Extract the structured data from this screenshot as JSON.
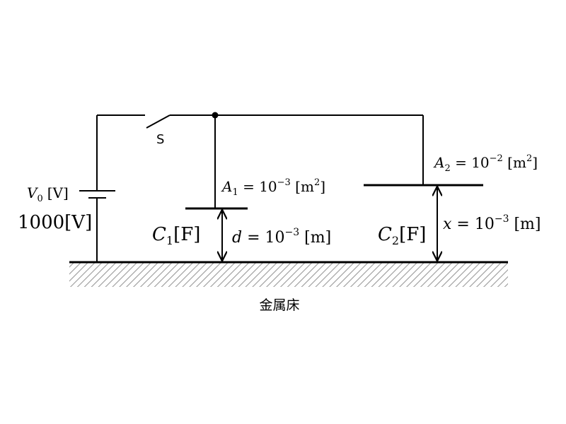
{
  "battery": {
    "symbol": "V",
    "subscript": "0",
    "unit": "[V]",
    "value": "1000[V]"
  },
  "switch": {
    "label": "S"
  },
  "capacitor1": {
    "name": "C",
    "subscript": "1",
    "unit": "[F]",
    "area": {
      "symbol": "A",
      "subscript": "1",
      "eq": " = 10",
      "exp": "−3",
      "unit_open": " [m",
      "unit_exp": "2",
      "unit_close": "]"
    },
    "gap": {
      "symbol": "d",
      "eq": " = 10",
      "exp": "−3",
      "unit": " [m]"
    }
  },
  "capacitor2": {
    "name": "C",
    "subscript": "2",
    "unit": "[F]",
    "area": {
      "symbol": "A",
      "subscript": "2",
      "eq": " = 10",
      "exp": "−2",
      "unit_open": " [m",
      "unit_exp": "2",
      "unit_close": "]"
    },
    "gap": {
      "symbol": "x",
      "eq": " = 10",
      "exp": "−3",
      "unit": " [m]"
    }
  },
  "floor": {
    "label": "金属床"
  }
}
